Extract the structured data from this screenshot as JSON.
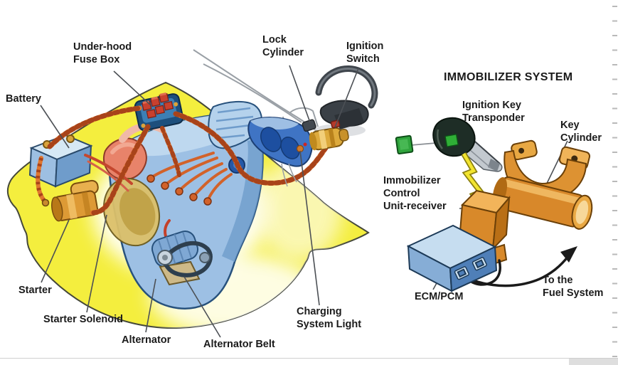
{
  "engine_diagram": {
    "labels": {
      "battery": "Battery",
      "underhood_fuse_box": "Under-hood\nFuse Box",
      "lock_cylinder": "Lock\nCylinder",
      "ignition_switch": "Ignition\nSwitch",
      "charging_system_light": "Charging\nSystem Light",
      "starter": "Starter",
      "starter_solenoid": "Starter Solenoid",
      "alternator": "Alternator",
      "alternator_belt": "Alternator Belt"
    }
  },
  "immobilizer_diagram": {
    "title": "IMMOBILIZER SYSTEM",
    "labels": {
      "ignition_key_transponder": "Ignition Key\nTransponder",
      "key_cylinder": "Key\nCylinder",
      "immobilizer_control_unit_receiver": "Immobilizer\nControl\nUnit-receiver",
      "ecm_pcm": "ECM/PCM",
      "to_the_fuel_system": "To the\nFuel System"
    }
  },
  "colors": {
    "highlight_yellow": "#f4ee3e",
    "wire_orange": "#e0762f",
    "component_blue": "#8cb3dc",
    "brass_orange": "#dd9232",
    "transponder_chip_green": "#2fa43c",
    "lightning_yellow": "#f2e42e",
    "label_text": "#1b1b1b"
  }
}
